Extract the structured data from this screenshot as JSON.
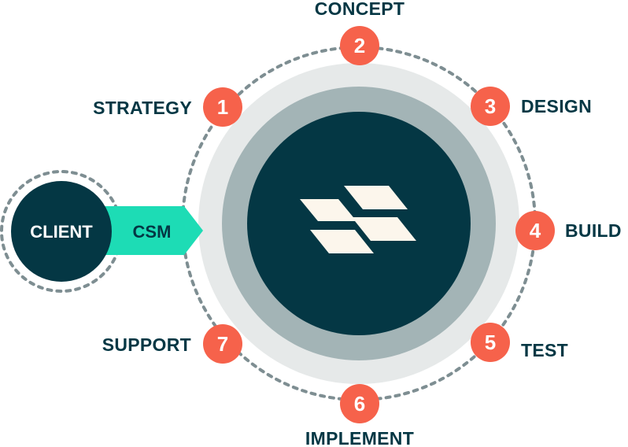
{
  "colors": {
    "dark": "#043744",
    "ring_mid": "#a3b4b6",
    "ring_light": "#e6e9e9",
    "dash": "#7e8e92",
    "accent": "#f6624b",
    "arrow": "#1ddcb5",
    "logo": "#fcf6ec",
    "white": "#ffffff"
  },
  "client": {
    "label": "CLIENT"
  },
  "csm": {
    "label": "CSM"
  },
  "hub": {
    "icon": "stacked-tiles-logo-icon"
  },
  "steps": [
    {
      "number": "1",
      "label": "STRATEGY"
    },
    {
      "number": "2",
      "label": "CONCEPT"
    },
    {
      "number": "3",
      "label": "DESIGN"
    },
    {
      "number": "4",
      "label": "BUILD"
    },
    {
      "number": "5",
      "label": "TEST"
    },
    {
      "number": "6",
      "label": "IMPLEMENT"
    },
    {
      "number": "7",
      "label": "SUPPORT"
    }
  ]
}
